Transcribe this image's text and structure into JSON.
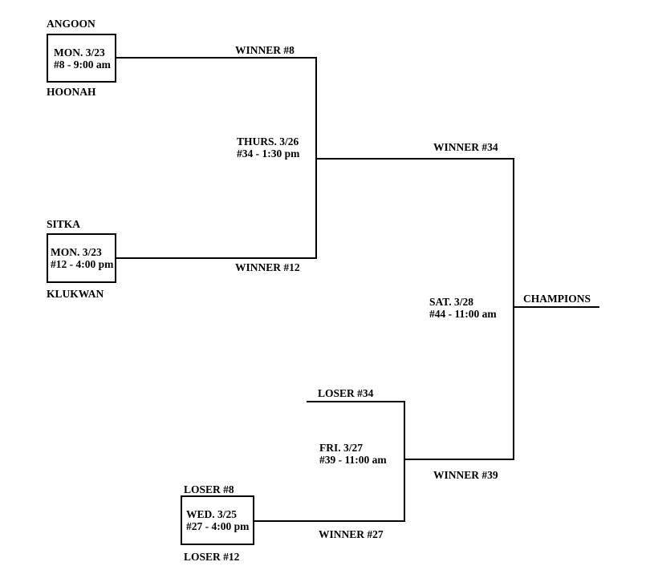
{
  "colors": {
    "background": "#ffffff",
    "line": "#000000",
    "text": "#000000"
  },
  "bracket": {
    "game8": {
      "team_top": "ANGOON",
      "team_bottom": "HOONAH",
      "date": "MON. 3/23",
      "slot": "#8 - 9:00 am",
      "winner_label": "WINNER #8",
      "loser_label": "LOSER #8"
    },
    "game12": {
      "team_top": "SITKA",
      "team_bottom": "KLUKWAN",
      "date": "MON. 3/23",
      "slot": "#12 - 4:00 pm",
      "winner_label": "WINNER #12",
      "loser_label": "LOSER #12"
    },
    "game34": {
      "date": "THURS. 3/26",
      "slot": "#34 - 1:30 pm",
      "winner_label": "WINNER #34",
      "loser_label": "LOSER #34"
    },
    "game27": {
      "date": "WED. 3/25",
      "slot": "#27 - 4:00 pm",
      "winner_label": "WINNER #27"
    },
    "game39": {
      "date": "FRI. 3/27",
      "slot": "#39 - 11:00 am",
      "winner_label": "WINNER #39"
    },
    "game44": {
      "date": "SAT. 3/28",
      "slot": "#44 - 11:00 am",
      "result_label": "CHAMPIONS"
    }
  }
}
